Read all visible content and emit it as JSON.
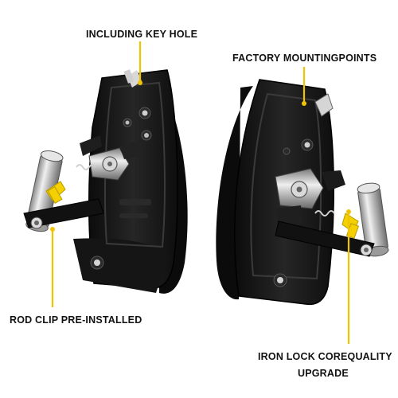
{
  "callouts": {
    "key_hole": "INCLUDING KEY HOLE",
    "mounting_points": "FACTORY MOUNTINGPOINTS",
    "rod_clip": "ROD CLIP PRE-INSTALLED",
    "iron_lock_line1": "IRON LOCK COREQUALITY",
    "iron_lock_line2": "UPGRADE"
  },
  "colors": {
    "callout_line": "#f2c400",
    "clip_yellow": "#f5d000",
    "housing_black": "#141414",
    "metal": "#c8c8c8"
  }
}
